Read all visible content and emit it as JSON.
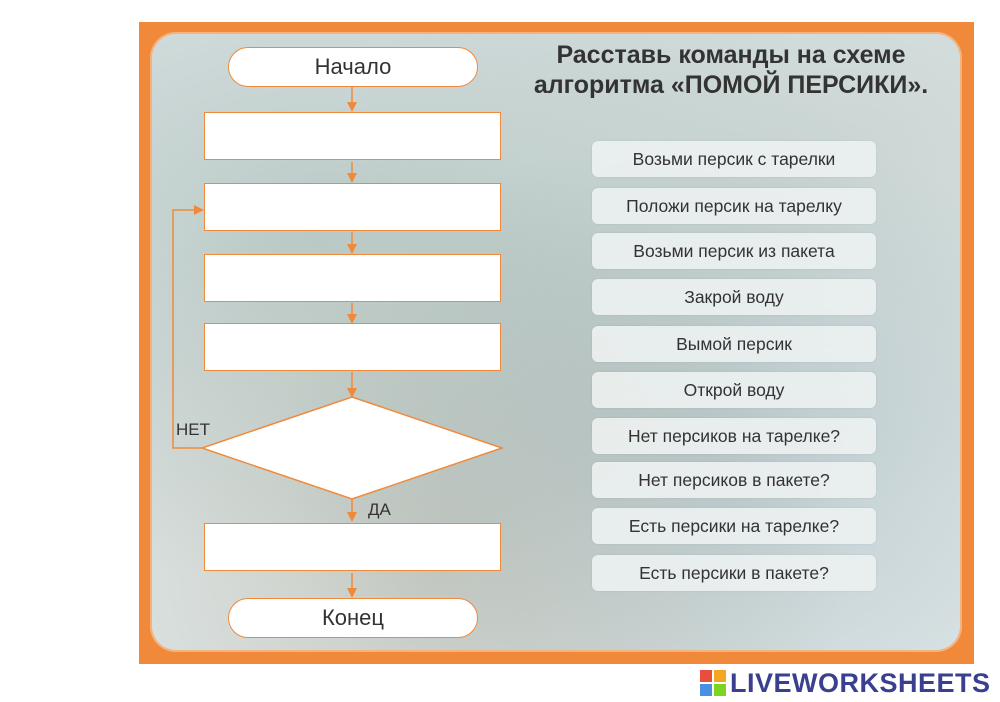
{
  "title": "Расставь команды на схеме\nалгоритма «ПОМОЙ ПЕРСИКИ».",
  "flowchart": {
    "start_label": "Начало",
    "end_label": "Конец",
    "no_label": "НЕТ",
    "yes_label": "ДА"
  },
  "commands": [
    "Возьми персик с тарелки",
    "Положи персик на тарелку",
    "Возьми персик из пакета",
    "Закрой воду",
    "Вымой персик",
    "Открой воду",
    "Нет персиков на тарелке?",
    "Нет персиков в пакете?",
    "Есть персики на тарелке?",
    "Есть персики в пакете?"
  ],
  "branding": {
    "text": "LIVEWORKSHEETS",
    "icon_colors": [
      "#e94e3c",
      "#f5a623",
      "#4a90e2",
      "#7ed321"
    ]
  },
  "colors": {
    "frame": "#f08a3a",
    "line": "#f08a3a"
  }
}
